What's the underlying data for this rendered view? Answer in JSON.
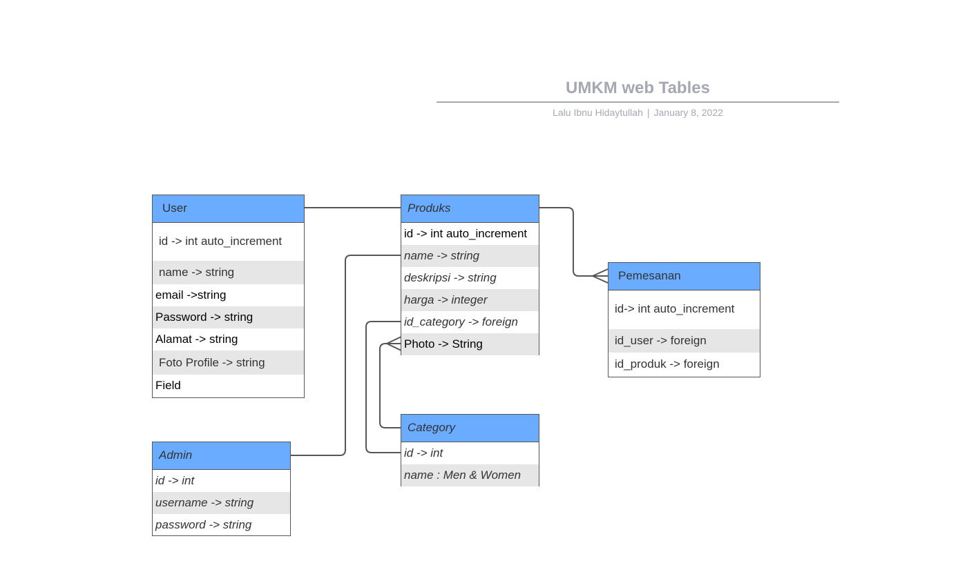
{
  "header": {
    "title": "UMKM web Tables",
    "author": "Lalu Ibnu Hidaytullah",
    "separator": "|",
    "date": "January 8, 2022"
  },
  "colors": {
    "entity_header": "#6aacff",
    "row_shaded": "#e6e6e6",
    "title_gray": "#a3a8b2",
    "connector": "#555555"
  },
  "entities": {
    "user": {
      "name": "User",
      "fields": [
        "id -> int auto_increment",
        "name -> string",
        "email ->string",
        "Password -> string",
        "Alamat -> string",
        "Foto Profile -> string",
        "Field"
      ]
    },
    "produks": {
      "name": "Produks",
      "fields": [
        "id -> int auto_increment",
        "name -> string",
        "deskripsi -> string",
        "harga -> integer",
        "id_category -> foreign",
        "Photo -> String"
      ]
    },
    "pemesanan": {
      "name": "Pemesanan",
      "fields": [
        "id-> int auto_increment",
        "id_user -> foreign",
        "id_produk -> foreign"
      ]
    },
    "admin": {
      "name": "Admin",
      "fields": [
        "id -> int",
        "username -> string",
        "password -> string"
      ]
    },
    "category": {
      "name": "Category",
      "fields": [
        "id -> int",
        "name : Men & Women"
      ]
    }
  }
}
